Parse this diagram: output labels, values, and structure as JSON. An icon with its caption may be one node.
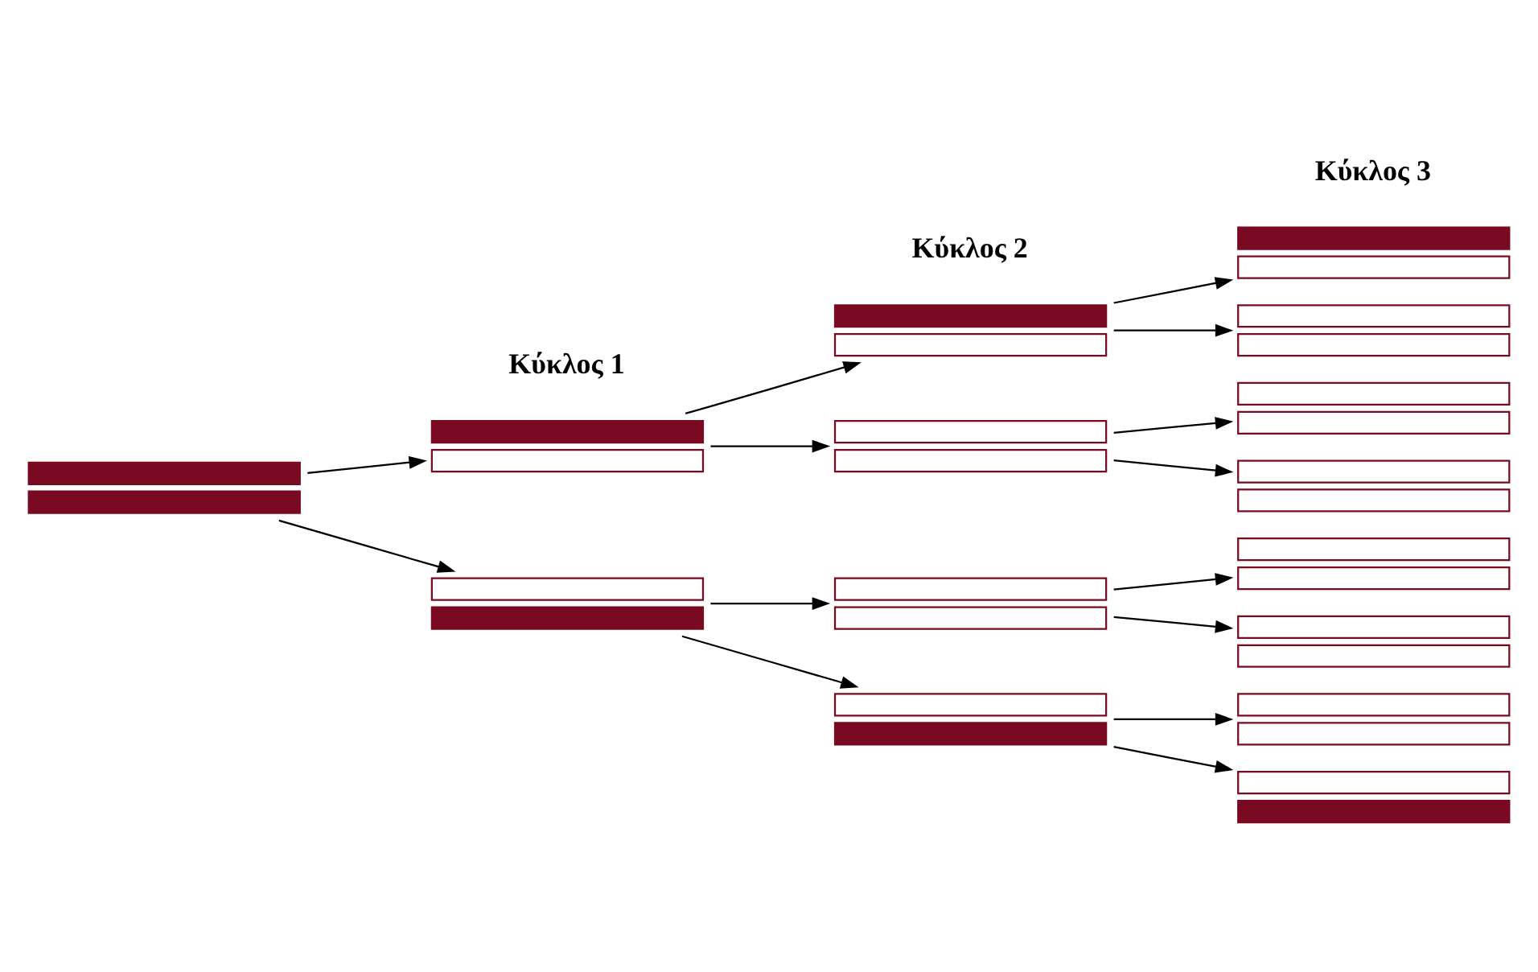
{
  "diagram": {
    "nodes": [
      {
        "text": [],
        "shape": "bar"
      },
      {
        "text": [],
        "shape": "bar"
      },
      {
        "text": [],
        "shape": "bar"
      },
      {
        "text": [],
        "shape": "bar"
      },
      {
        "text": [],
        "shape": "bar"
      },
      {
        "text": [],
        "shape": "bar"
      },
      {
        "text": [],
        "shape": "bar"
      },
      {
        "text": [],
        "shape": "bar"
      },
      {
        "text": [],
        "shape": "bar"
      },
      {
        "text": [],
        "shape": "bar"
      },
      {
        "text": [],
        "shape": "bar"
      },
      {
        "text": [],
        "shape": "bar"
      },
      {
        "text": [],
        "shape": "bar"
      },
      {
        "text": [],
        "shape": "bar"
      },
      {
        "text": [],
        "shape": "bar"
      }
    ],
    "edges": [
      {
        "from": 0,
        "to": 1,
        "arrow": "to"
      },
      {
        "from": 0,
        "to": 2,
        "arrow": "to"
      },
      {
        "from": 1,
        "to": 3,
        "arrow": "to"
      },
      {
        "from": 1,
        "to": 4,
        "arrow": "to"
      },
      {
        "from": 2,
        "to": 5,
        "arrow": "to"
      },
      {
        "from": 2,
        "to": 6,
        "arrow": "to"
      },
      {
        "from": 3,
        "to": 7,
        "arrow": "to"
      },
      {
        "from": 3,
        "to": 8,
        "arrow": "to"
      },
      {
        "from": 4,
        "to": 9,
        "arrow": "to"
      },
      {
        "from": 4,
        "to": 10,
        "arrow": "to"
      },
      {
        "from": 5,
        "to": 11,
        "arrow": "to"
      },
      {
        "from": 5,
        "to": 12,
        "arrow": "to"
      },
      {
        "from": 6,
        "to": 13,
        "arrow": "to"
      },
      {
        "from": 6,
        "to": 14,
        "arrow": "to"
      }
    ],
    "labels": [
      "Κύκλος 1",
      "Κύκλος 2",
      "Κύκλος 3"
    ]
  }
}
